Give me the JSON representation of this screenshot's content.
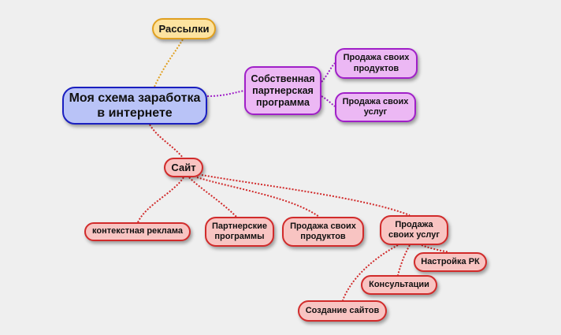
{
  "colors": {
    "orange_fill": "#fde3a0",
    "orange_border": "#e0a020",
    "blue_fill": "#b9c3f7",
    "blue_border": "#1a1fc0",
    "purple_fill": "#ecb8f4",
    "purple_border": "#a020c8",
    "red_fill": "#f8c4c2",
    "red_border": "#d12b2b",
    "background": "#efefef"
  },
  "nodes": {
    "root": "Моя схема заработка\nв интернете",
    "mailing": "Рассылки",
    "affiliate": "Собственная\nпартнерская\nпрограмма",
    "own_products": "Продажа своих\nпродуктов",
    "own_services": "Продажа своих\nуслуг",
    "site": "Сайт",
    "context_ads": "контекстная реклама",
    "partner_programs": "Партнерские\nпрограммы",
    "site_products": "Продажа своих\nпродуктов",
    "site_services": "Продажа\nсвоих услуг",
    "rk_setup": "Настройка РК",
    "consulting": "Консультации",
    "web_creation": "Создание сайтов"
  },
  "links": [
    {
      "from": "root",
      "to": "mailing",
      "color": "orange"
    },
    {
      "from": "root",
      "to": "affiliate",
      "color": "purple"
    },
    {
      "from": "affiliate",
      "to": "own_products",
      "color": "purple"
    },
    {
      "from": "affiliate",
      "to": "own_services",
      "color": "purple"
    },
    {
      "from": "root",
      "to": "site",
      "color": "red"
    },
    {
      "from": "site",
      "to": "context_ads",
      "color": "red"
    },
    {
      "from": "site",
      "to": "partner_programs",
      "color": "red"
    },
    {
      "from": "site",
      "to": "site_products",
      "color": "red"
    },
    {
      "from": "site",
      "to": "site_services",
      "color": "red"
    },
    {
      "from": "site_services",
      "to": "rk_setup",
      "color": "red"
    },
    {
      "from": "site_services",
      "to": "consulting",
      "color": "red"
    },
    {
      "from": "site_services",
      "to": "web_creation",
      "color": "red"
    }
  ]
}
